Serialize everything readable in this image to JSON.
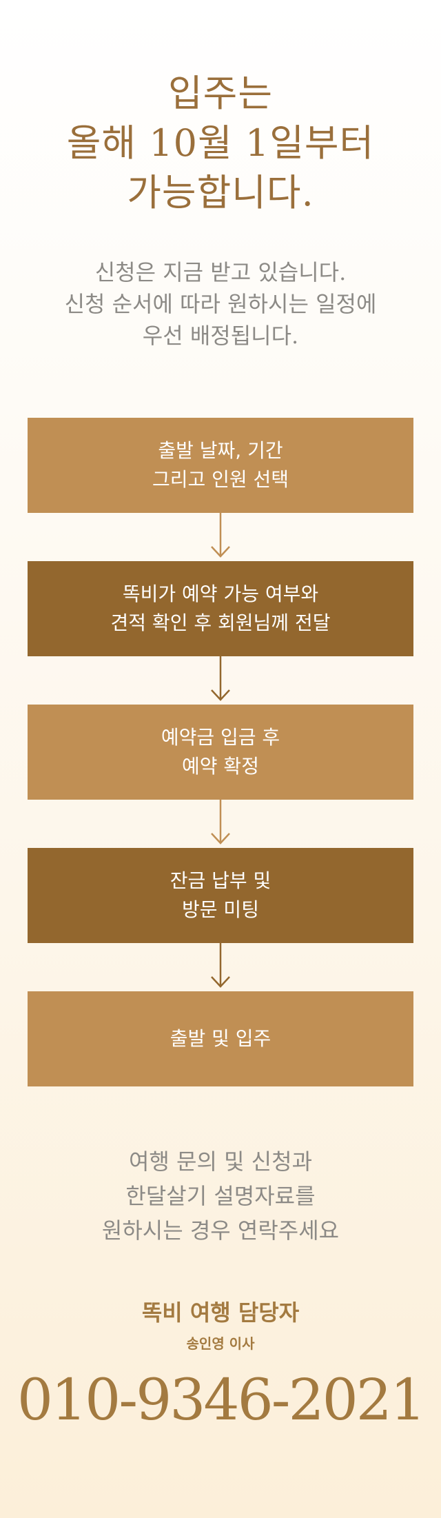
{
  "headline": {
    "line1": "입주는",
    "line2": "올해 10월 1일부터",
    "line3": "가능합니다."
  },
  "intro": {
    "line1": "신청은 지금 받고 있습니다.",
    "line2": "신청 순서에 따라 원하시는 일정에",
    "line3": "우선 배정됩니다."
  },
  "colors": {
    "step_light": "#c08f54",
    "step_dark": "#93672e",
    "accent_text": "#a37a40"
  },
  "steps": [
    {
      "line1": "출발 날짜, 기간",
      "line2": "그리고 인원 선택"
    },
    {
      "line1": "똑비가 예약 가능 여부와",
      "line2": "견적 확인 후 회원님께 전달"
    },
    {
      "line1": "예약금 입금 후",
      "line2": "예약 확정"
    },
    {
      "line1": "잔금 납부 및",
      "line2": "방문 미팅"
    },
    {
      "line1": "출발 및 입주"
    }
  ],
  "contact": {
    "line1": "여행 문의 및 신청과",
    "line2": "한달살기 설명자료를",
    "line3": "원하시는 경우 연락주세요"
  },
  "manager": {
    "title": "똑비 여행 담당자",
    "name": "송인영 이사",
    "phone": "010-9346-2021"
  },
  "icons": {
    "arrow": "arrow-down-icon"
  }
}
